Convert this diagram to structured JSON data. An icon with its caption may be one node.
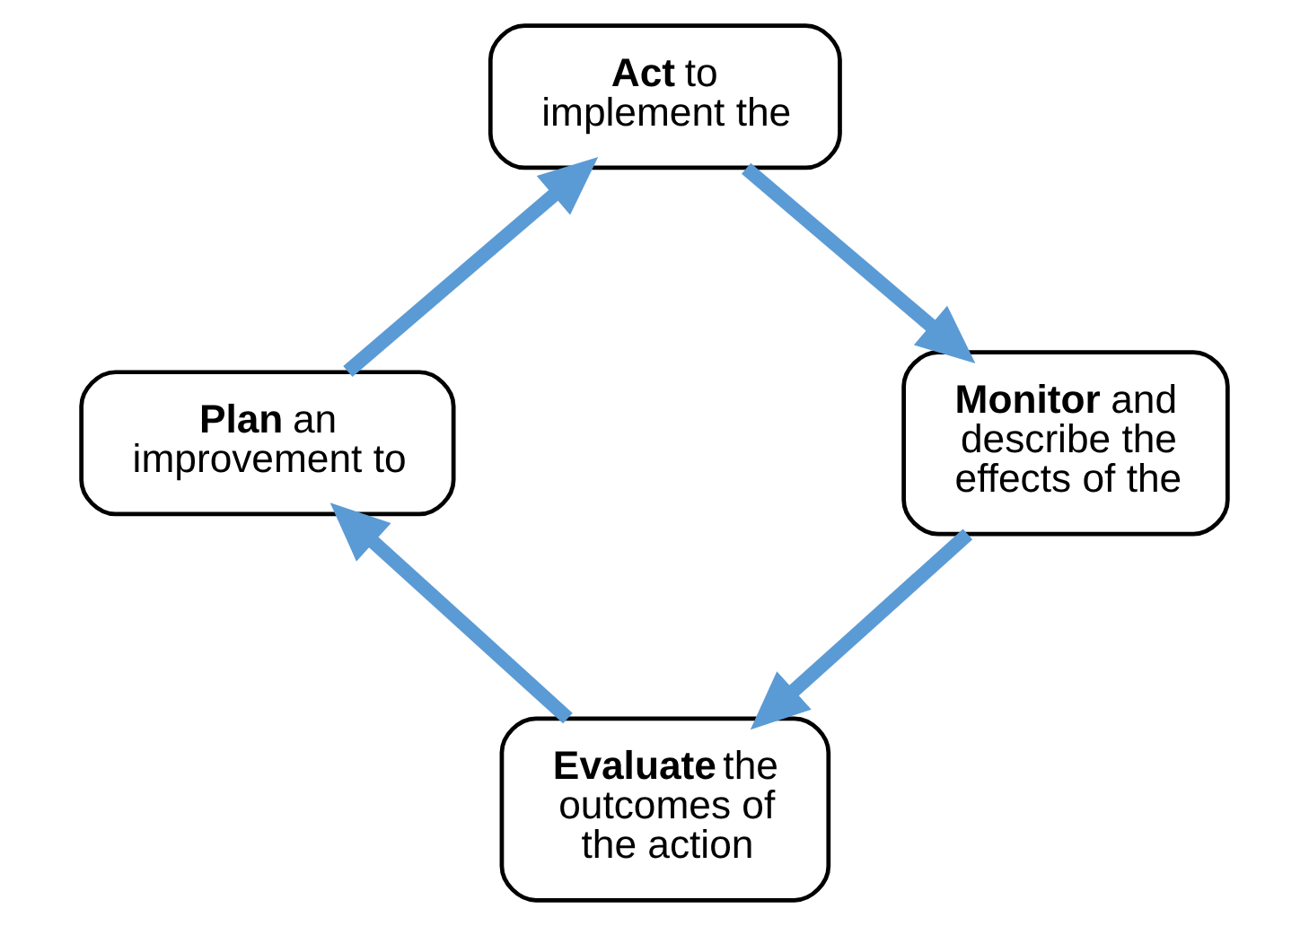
{
  "diagram": {
    "nodes": [
      {
        "text": [
          "**Act** to implement the"
        ]
      },
      {
        "text": [
          "**Plan** an improvement to"
        ]
      },
      {
        "text": [
          "**Monitor** and describe the effects of the"
        ]
      },
      {
        "text": [
          "**Evaluate** the outcomes of the action"
        ]
      }
    ],
    "edges": [
      {
        "from": 1,
        "to": 0,
        "arrow": "to"
      },
      {
        "from": 0,
        "to": 2,
        "arrow": "to"
      },
      {
        "from": 2,
        "to": 3,
        "arrow": "to"
      },
      {
        "from": 3,
        "to": 1,
        "arrow": "to"
      }
    ]
  }
}
